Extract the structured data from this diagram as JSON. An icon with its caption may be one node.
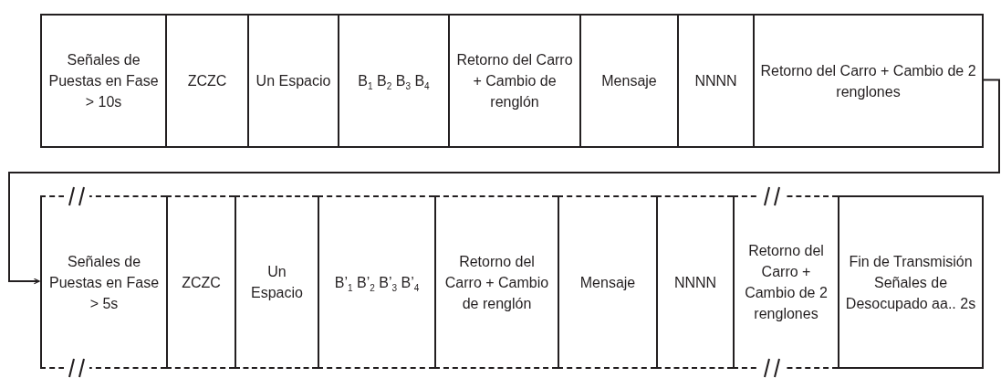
{
  "diagram": {
    "nodes": [
      {
        "text": [
          "Señales de Puestas en Fase > 10s"
        ]
      },
      {
        "text": [
          "ZCZC"
        ]
      },
      {
        "text": [
          "Un Espacio"
        ]
      },
      {
        "text": [
          "B$_{1}$ B$_{2}$ B$_{3}$ B$_{4}$"
        ]
      },
      {
        "text": [
          "Retorno del Carro + Cambio de renglón"
        ]
      },
      {
        "text": [
          "Mensaje"
        ]
      },
      {
        "text": [
          "NNNN"
        ]
      },
      {
        "text": [
          "Retorno del Carro + Cambio de 2 renglones"
        ]
      },
      {
        "text": [
          "Señales de Puestas en Fase > 5s"
        ]
      },
      {
        "text": [
          "ZCZC"
        ]
      },
      {
        "text": [
          "Un Espacio"
        ]
      },
      {
        "text": [
          "B’$_{1}$ B’$_{2}$ B’$_{3}$ B’$_{4}$"
        ]
      },
      {
        "text": [
          "Retorno del Carro + Cambio de renglón"
        ]
      },
      {
        "text": [
          "Mensaje"
        ]
      },
      {
        "text": [
          "NNNN"
        ]
      },
      {
        "text": [
          "Retorno del Carro + Cambio de 2 renglones"
        ]
      },
      {
        "text": [
          "Fin de Transmisión Señales de Desocupado aa.. 2s"
        ]
      }
    ],
    "edges": [
      {
        "from": 7,
        "to": 8,
        "arrow": "to"
      }
    ]
  }
}
